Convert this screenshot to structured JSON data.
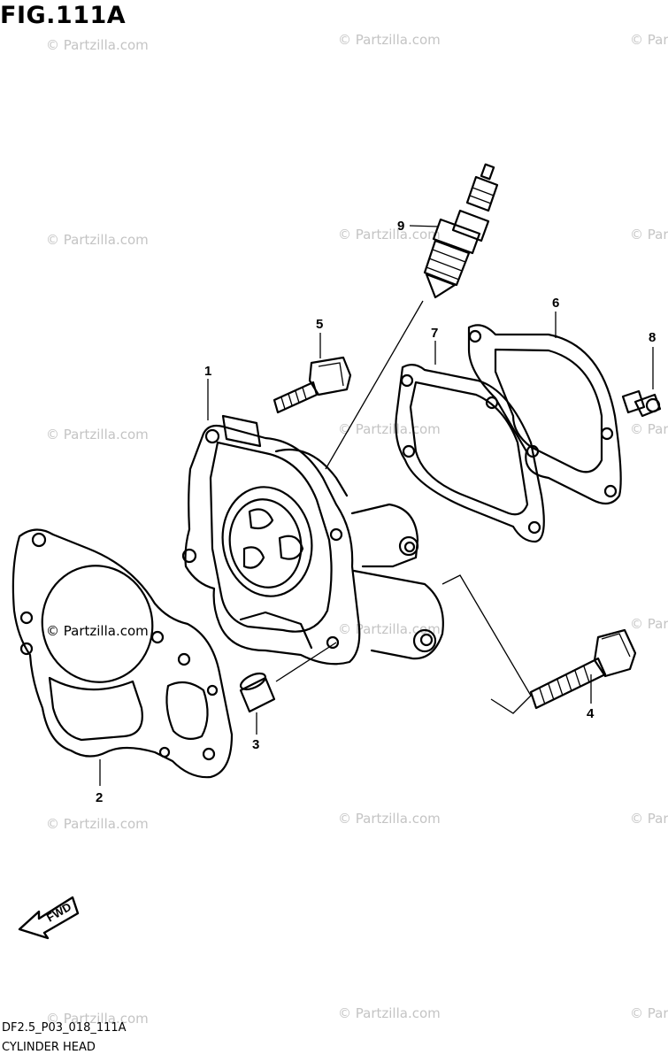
{
  "figure_title": "FIG.111A",
  "watermark": "© Partzilla.com",
  "diagram_code": "DF2.5_P03_018_111A",
  "diagram_name": "CYLINDER HEAD",
  "direction_label": "FWD",
  "callouts": [
    "1",
    "2",
    "3",
    "4",
    "5",
    "6",
    "7",
    "8",
    "9"
  ]
}
